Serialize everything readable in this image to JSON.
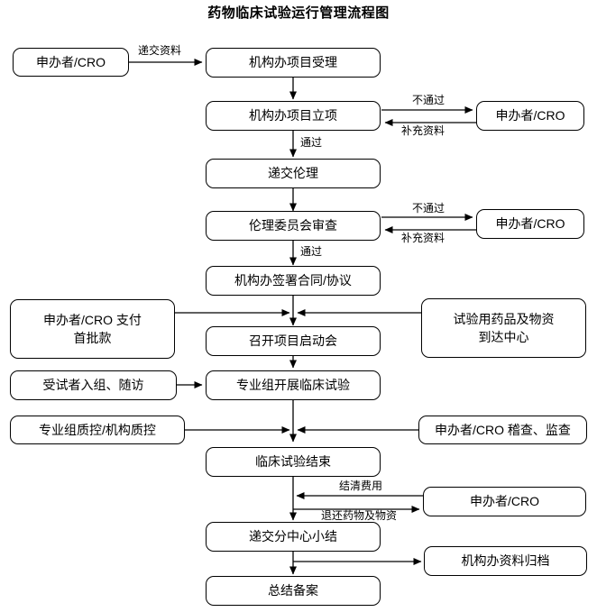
{
  "title": "药物临床试验运行管理流程图",
  "theme": {
    "stroke": "#000000",
    "box_fill": "#ffffff",
    "text": "#000000",
    "page_bg": "#ffffff"
  },
  "nodes": {
    "sponsor_start": {
      "line1": "申办者/CRO"
    },
    "office_accept": {
      "line1": "机构办项目受理"
    },
    "office_setup": {
      "line1": "机构办项目立项"
    },
    "sponsor_reject1": {
      "line1": "申办者/CRO"
    },
    "submit_ethics": {
      "line1": "递交伦理"
    },
    "ethics_review": {
      "line1": "伦理委员会审查"
    },
    "sponsor_reject2": {
      "line1": "申办者/CRO"
    },
    "sign_contract": {
      "line1": "机构办签署合同/协议"
    },
    "sponsor_payment": {
      "line1": "申办者/CRO 支付",
      "line2": "首批款"
    },
    "kickoff_meeting": {
      "line1": "召开项目启动会"
    },
    "drug_arrival": {
      "line1": "试验用药品及物资",
      "line2": "到达中心"
    },
    "subject_enroll": {
      "line1": "受试者入组、随访"
    },
    "conduct_trial": {
      "line1": "专业组开展临床试验"
    },
    "quality_control": {
      "line1": "专业组质控/机构质控"
    },
    "sponsor_audit": {
      "line1": "申办者/CRO 稽查、监查"
    },
    "trial_end": {
      "line1": "临床试验结束"
    },
    "sponsor_settle": {
      "line1": "申办者/CRO"
    },
    "submit_summary": {
      "line1": "递交分中心小结"
    },
    "office_archive": {
      "line1": "机构办资料归档"
    },
    "final_record": {
      "line1": "总结备案"
    }
  },
  "edge_labels": {
    "submit_materials": "递交资料",
    "not_pass_1": "不通过",
    "supplement_1": "补充资料",
    "pass_1": "通过",
    "not_pass_2": "不通过",
    "supplement_2": "补充资料",
    "pass_2": "通过",
    "settle_fees": "结清费用",
    "return_drugs": "退还药物及物资"
  }
}
